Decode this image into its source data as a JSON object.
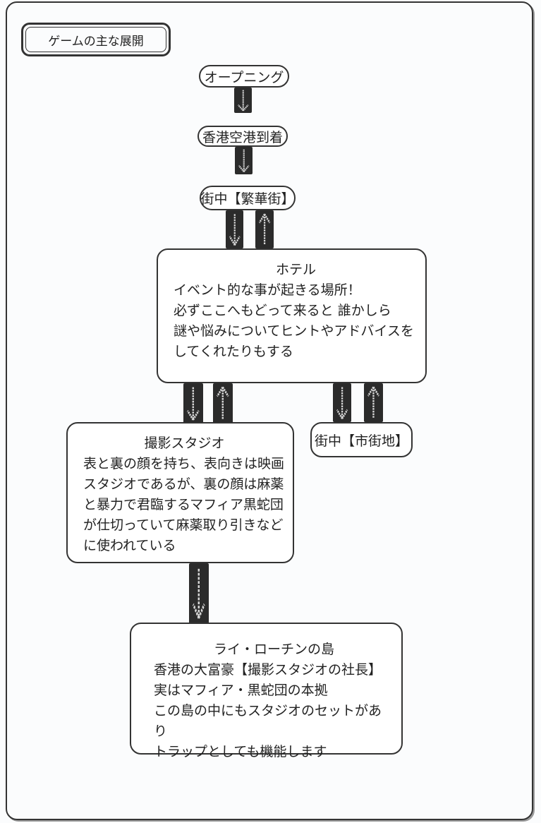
{
  "title": "ゲームの主な展開",
  "nodes": {
    "opening": "オープニング",
    "airport": "香港空港到着",
    "downtown_busy": "街中【繁華街】",
    "hotel": {
      "title": "ホテル",
      "lines": [
        "イベント的な事が起きる場所！",
        "必ずここへもどって来ると 誰かしら",
        "謎や悩みについてヒントやアドバイスを",
        "してくれたりもする"
      ]
    },
    "downtown_city": "街中【市街地】",
    "studio": {
      "title": "撮影スタジオ",
      "lines": [
        "表と裏の顔を持ち、表向きは映画",
        "スタジオであるが、裏の顔は麻薬",
        "と暴力で君臨するマフィア黒蛇団",
        "が仕切っていて麻薬取り引きなど",
        "に使われている"
      ]
    },
    "island": {
      "title": "ライ・ローチンの島",
      "lines": [
        "香港の大富豪【撮影スタジオの社長】",
        "実はマフィア・黒蛇団の本拠",
        "この島の中にもスタジオのセットがあり",
        "トラップとしても機能します"
      ]
    }
  },
  "colors": {
    "ink": "#222222",
    "arrow_bg": "#2b2b2b",
    "arrow_fg": "#d8d8d8"
  }
}
